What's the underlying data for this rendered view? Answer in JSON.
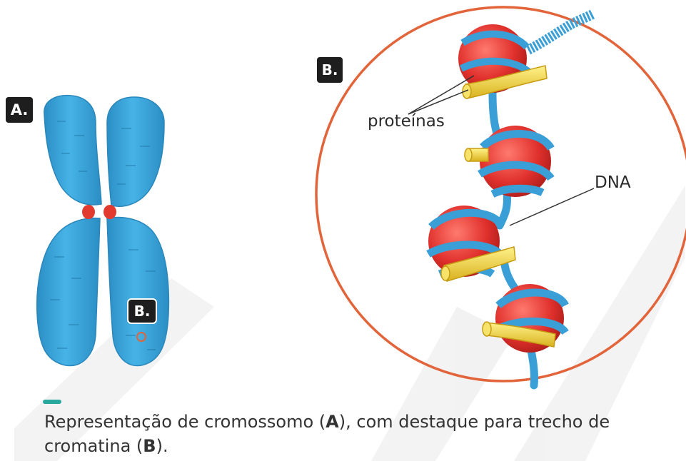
{
  "labels": {
    "a": "A.",
    "b_zoom": "B.",
    "b_small": "B."
  },
  "annotations": {
    "proteinas": "proteínas",
    "dna": "DNA"
  },
  "caption": {
    "part1": "Representação de cromossomo (",
    "a": "A",
    "part2": "), com destaque para trecho de cromatina (",
    "b": "B",
    "part3": ")."
  },
  "colors": {
    "chromosome": "#3aa3d8",
    "centromere": "#e23a2f",
    "histone": "#e0302c",
    "dna_strand": "#3a9fd6",
    "protein": "#f2d33a",
    "circle": "#e2643a",
    "caption_bar": "#27a9a0"
  }
}
